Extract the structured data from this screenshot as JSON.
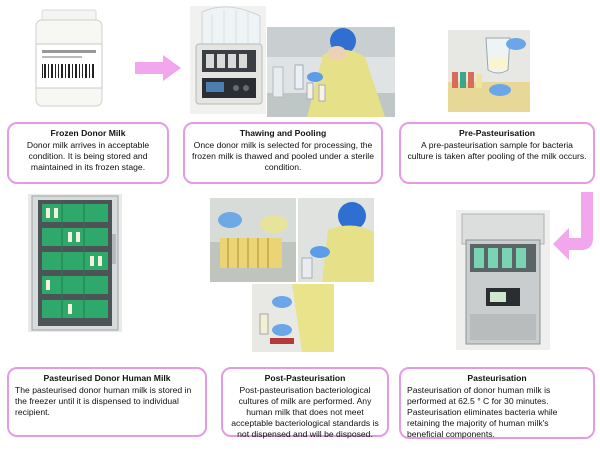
{
  "steps": [
    {
      "title": "Frozen Donor Milk",
      "text": "Donor milk arrives in acceptable condition. It is being stored and maintained in its frozen stage."
    },
    {
      "title": "Thawing and Pooling",
      "text": "Once donor milk is selected for processing, the frozen milk is thawed and pooled under a sterile condition."
    },
    {
      "title": "Pre-Pasteurisation",
      "text": "A pre-pasteurisation sample for bacteria culture is taken after pooling of the milk occurs."
    },
    {
      "title": "Pasteurisation",
      "text": "Pasteurisation of donor human milk is performed at 62.5 ° C for 30 minutes. Pasteurisation eliminates bacteria while retaining the majority of human milk's beneficial components."
    },
    {
      "title": "Post-Pasteurisation",
      "text": "Post-pasteurisation bacteriological cultures of milk are performed. Any human milk that does not meet acceptable bacteriological standards is not dispensed and will be disposed."
    },
    {
      "title": "Pasteurised Donor Human Milk",
      "text": "The pasteurised donor human milk is stored in the freezer until it is dispensed to individual recipient."
    }
  ],
  "colors": {
    "box_border": "#e59be3",
    "arrow": "#f1a6ee"
  }
}
